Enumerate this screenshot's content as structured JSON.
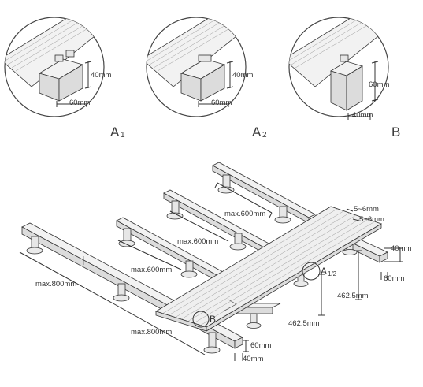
{
  "details": [
    {
      "label": "A",
      "subscript": "1",
      "height": "40mm",
      "width": "60mm"
    },
    {
      "label": "A",
      "subscript": "2",
      "height": "40mm",
      "width": "60mm"
    },
    {
      "label": "B",
      "subscript": "",
      "height": "60mm",
      "width": "40mm"
    }
  ],
  "spacing": {
    "joist1": "max.600mm",
    "joist2": "max.600mm",
    "joist3": "max.600mm",
    "post_row": "max.800mm",
    "post_row_front": "max.800mm"
  },
  "gaps": {
    "gap1": "5~6mm",
    "gap2": "5~6mm"
  },
  "right_joist": {
    "height": "40mm",
    "width": "60mm"
  },
  "front_joist": {
    "height": "60mm",
    "width": "40mm"
  },
  "overhang": {
    "o1": "462.5mm",
    "o2": "462.5mm"
  },
  "markers": {
    "a": "A",
    "a_sub": "1/2",
    "b": "B"
  }
}
